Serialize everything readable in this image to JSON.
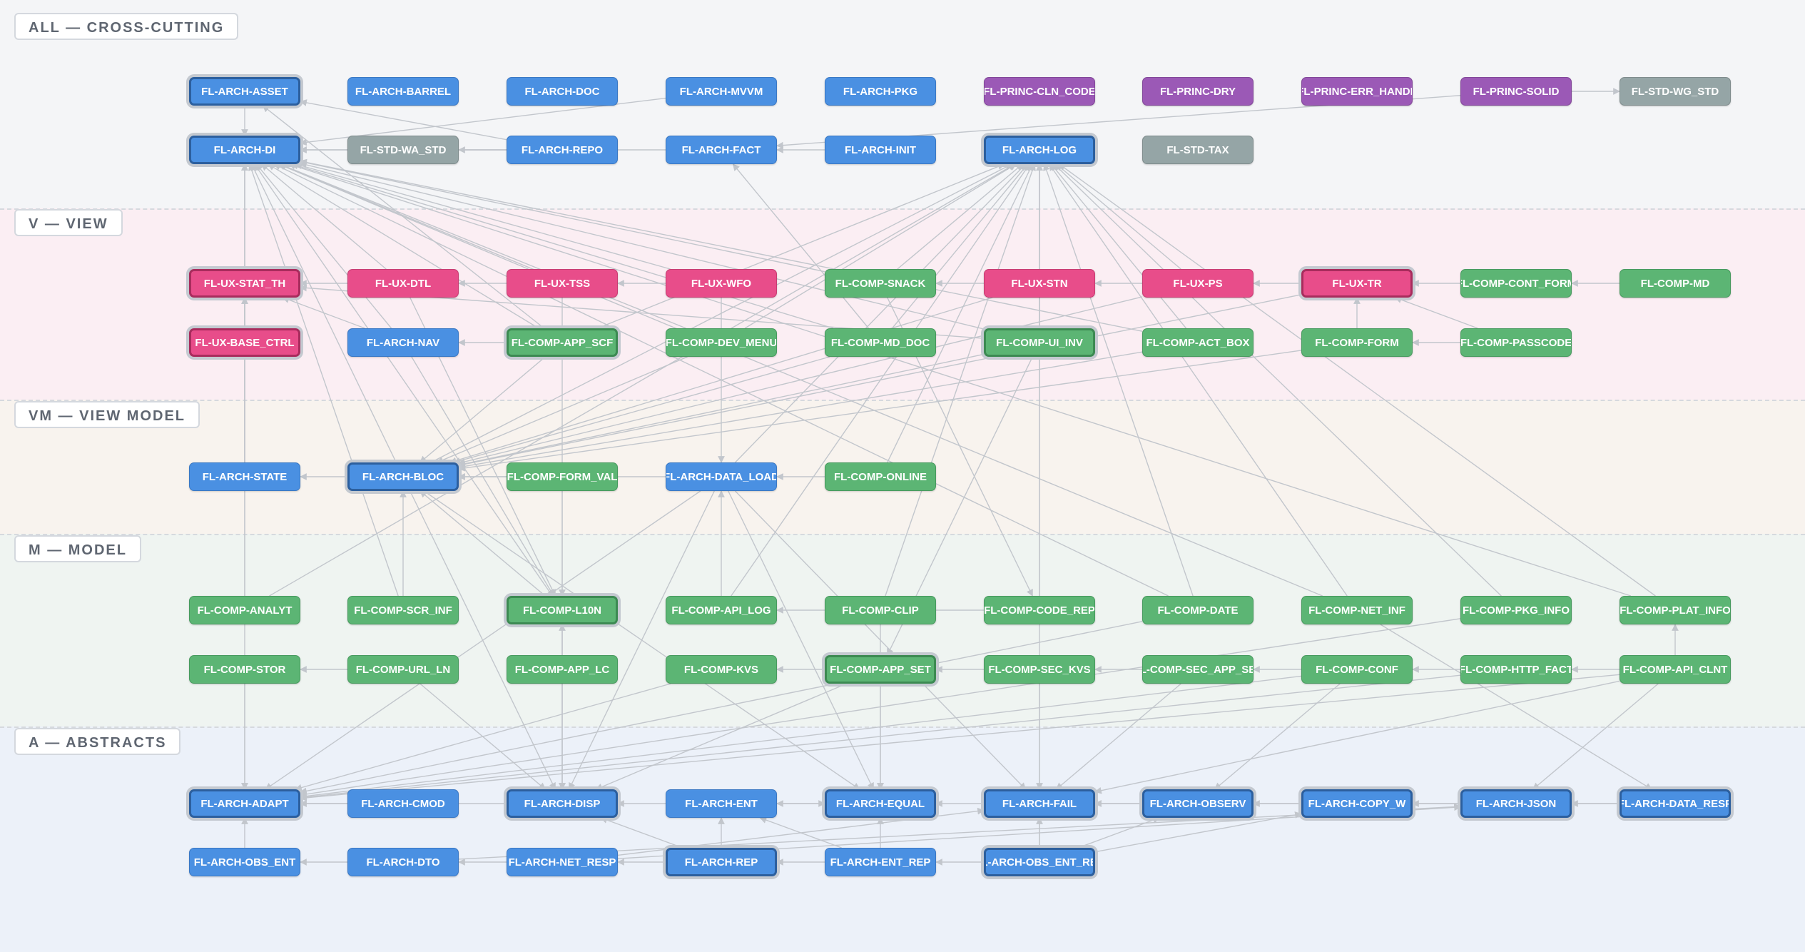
{
  "bands": [
    {
      "id": "all",
      "label": "ALL — CROSS-CUTTING",
      "color": "#f4f5f7"
    },
    {
      "id": "v",
      "label": "V — VIEW",
      "color": "#fbeef3"
    },
    {
      "id": "vm",
      "label": "VM — VIEW MODEL",
      "color": "#f8f3ee"
    },
    {
      "id": "m",
      "label": "M — MODEL",
      "color": "#eff4f1"
    },
    {
      "id": "a",
      "label": "A — ABSTRACTS",
      "color": "#ecf1f9"
    }
  ],
  "colors": {
    "arch": "#4a90e2",
    "principle": "#9b59b6",
    "standard": "#95a5a6",
    "ux": "#e84d8a",
    "component": "#5cb574",
    "edge": "#c2c6cc"
  },
  "nodes": [
    {
      "id": "ASSET",
      "label": "FL-ARCH-ASSET",
      "kind": "arch",
      "row": 0,
      "col": 0,
      "hl": true
    },
    {
      "id": "BARREL",
      "label": "FL-ARCH-BARREL",
      "kind": "arch",
      "row": 0,
      "col": 1
    },
    {
      "id": "DOC",
      "label": "FL-ARCH-DOC",
      "kind": "arch",
      "row": 0,
      "col": 2
    },
    {
      "id": "MVVM",
      "label": "FL-ARCH-MVVM",
      "kind": "arch",
      "row": 0,
      "col": 3
    },
    {
      "id": "PKG",
      "label": "FL-ARCH-PKG",
      "kind": "arch",
      "row": 0,
      "col": 4
    },
    {
      "id": "CLN",
      "label": "FL-PRINC-CLN_CODE",
      "kind": "princ",
      "row": 0,
      "col": 5
    },
    {
      "id": "DRY",
      "label": "FL-PRINC-DRY",
      "kind": "princ",
      "row": 0,
      "col": 6
    },
    {
      "id": "ERR",
      "label": "FL-PRINC-ERR_HANDL",
      "kind": "princ",
      "row": 0,
      "col": 7
    },
    {
      "id": "SOLID",
      "label": "FL-PRINC-SOLID",
      "kind": "princ",
      "row": 0,
      "col": 8
    },
    {
      "id": "WG",
      "label": "FL-STD-WG_STD",
      "kind": "std",
      "row": 0,
      "col": 9
    },
    {
      "id": "DI",
      "label": "FL-ARCH-DI",
      "kind": "arch",
      "row": 1,
      "col": 0,
      "hl": true
    },
    {
      "id": "WA",
      "label": "FL-STD-WA_STD",
      "kind": "std",
      "row": 1,
      "col": 1
    },
    {
      "id": "REPO",
      "label": "FL-ARCH-REPO",
      "kind": "arch",
      "row": 1,
      "col": 2
    },
    {
      "id": "FACT",
      "label": "FL-ARCH-FACT",
      "kind": "arch",
      "row": 1,
      "col": 3
    },
    {
      "id": "INIT",
      "label": "FL-ARCH-INIT",
      "kind": "arch",
      "row": 1,
      "col": 4
    },
    {
      "id": "LOG",
      "label": "FL-ARCH-LOG",
      "kind": "arch",
      "row": 1,
      "col": 5,
      "hl": true
    },
    {
      "id": "TAX",
      "label": "FL-STD-TAX",
      "kind": "std",
      "row": 1,
      "col": 6
    },
    {
      "id": "STATTH",
      "label": "FL-UX-STAT_TH",
      "kind": "ux",
      "row": 2,
      "col": 0,
      "hl": true
    },
    {
      "id": "DTL",
      "label": "FL-UX-DTL",
      "kind": "ux",
      "row": 2,
      "col": 1
    },
    {
      "id": "TSS",
      "label": "FL-UX-TSS",
      "kind": "ux",
      "row": 2,
      "col": 2
    },
    {
      "id": "WFO",
      "label": "FL-UX-WFO",
      "kind": "ux",
      "row": 2,
      "col": 3
    },
    {
      "id": "SNACK",
      "label": "FL-COMP-SNACK",
      "kind": "comp",
      "row": 2,
      "col": 4
    },
    {
      "id": "STN",
      "label": "FL-UX-STN",
      "kind": "ux",
      "row": 2,
      "col": 5
    },
    {
      "id": "PS",
      "label": "FL-UX-PS",
      "kind": "ux",
      "row": 2,
      "col": 6
    },
    {
      "id": "TR",
      "label": "FL-UX-TR",
      "kind": "ux",
      "row": 2,
      "col": 7,
      "hl": true
    },
    {
      "id": "CONTFORM",
      "label": "FL-COMP-CONT_FORM",
      "kind": "comp",
      "row": 2,
      "col": 8
    },
    {
      "id": "MD",
      "label": "FL-COMP-MD",
      "kind": "comp",
      "row": 2,
      "col": 9
    },
    {
      "id": "BASECTRL",
      "label": "FL-UX-BASE_CTRL",
      "kind": "ux",
      "row": 3,
      "col": 0,
      "hl": true
    },
    {
      "id": "NAV",
      "label": "FL-ARCH-NAV",
      "kind": "arch",
      "row": 3,
      "col": 1
    },
    {
      "id": "APPSCF",
      "label": "FL-COMP-APP_SCF",
      "kind": "comp",
      "row": 3,
      "col": 2,
      "hl": true
    },
    {
      "id": "DEVMENU",
      "label": "FL-COMP-DEV_MENU",
      "kind": "comp",
      "row": 3,
      "col": 3
    },
    {
      "id": "MDDOC",
      "label": "FL-COMP-MD_DOC",
      "kind": "comp",
      "row": 3,
      "col": 4
    },
    {
      "id": "UIINV",
      "label": "FL-COMP-UI_INV",
      "kind": "comp",
      "row": 3,
      "col": 5,
      "hl": true
    },
    {
      "id": "ACTBOX",
      "label": "FL-COMP-ACT_BOX",
      "kind": "comp",
      "row": 3,
      "col": 6
    },
    {
      "id": "FORM",
      "label": "FL-COMP-FORM",
      "kind": "comp",
      "row": 3,
      "col": 7
    },
    {
      "id": "PASSCODE",
      "label": "FL-COMP-PASSCODE",
      "kind": "comp",
      "row": 3,
      "col": 8
    },
    {
      "id": "STATE",
      "label": "FL-ARCH-STATE",
      "kind": "arch",
      "row": 4,
      "col": 0
    },
    {
      "id": "BLOC",
      "label": "FL-ARCH-BLOC",
      "kind": "arch",
      "row": 4,
      "col": 1,
      "hl": true
    },
    {
      "id": "FORMVAL",
      "label": "FL-COMP-FORM_VAL",
      "kind": "comp",
      "row": 4,
      "col": 2
    },
    {
      "id": "DATALOAD",
      "label": "FL-ARCH-DATA_LOAD",
      "kind": "arch",
      "row": 4,
      "col": 3
    },
    {
      "id": "ONLINE",
      "label": "FL-COMP-ONLINE",
      "kind": "comp",
      "row": 4,
      "col": 4
    },
    {
      "id": "ANALYT",
      "label": "FL-COMP-ANALYT",
      "kind": "comp",
      "row": 5,
      "col": 0
    },
    {
      "id": "SCRINF",
      "label": "FL-COMP-SCR_INF",
      "kind": "comp",
      "row": 5,
      "col": 1
    },
    {
      "id": "L10N",
      "label": "FL-COMP-L10N",
      "kind": "comp",
      "row": 5,
      "col": 2,
      "hl": true
    },
    {
      "id": "APILOG",
      "label": "FL-COMP-API_LOG",
      "kind": "comp",
      "row": 5,
      "col": 3
    },
    {
      "id": "CLIP",
      "label": "FL-COMP-CLIP",
      "kind": "comp",
      "row": 5,
      "col": 4
    },
    {
      "id": "CODEREP",
      "label": "FL-COMP-CODE_REP",
      "kind": "comp",
      "row": 5,
      "col": 5
    },
    {
      "id": "DATE",
      "label": "FL-COMP-DATE",
      "kind": "comp",
      "row": 5,
      "col": 6
    },
    {
      "id": "NETINF",
      "label": "FL-COMP-NET_INF",
      "kind": "comp",
      "row": 5,
      "col": 7
    },
    {
      "id": "PKGINFO",
      "label": "FL-COMP-PKG_INFO",
      "kind": "comp",
      "row": 5,
      "col": 8
    },
    {
      "id": "PLATINFO",
      "label": "FL-COMP-PLAT_INFO",
      "kind": "comp",
      "row": 5,
      "col": 9
    },
    {
      "id": "STOR",
      "label": "FL-COMP-STOR",
      "kind": "comp",
      "row": 6,
      "col": 0
    },
    {
      "id": "URLLN",
      "label": "FL-COMP-URL_LN",
      "kind": "comp",
      "row": 6,
      "col": 1
    },
    {
      "id": "APPLC",
      "label": "FL-COMP-APP_LC",
      "kind": "comp",
      "row": 6,
      "col": 2
    },
    {
      "id": "KVS",
      "label": "FL-COMP-KVS",
      "kind": "comp",
      "row": 6,
      "col": 3
    },
    {
      "id": "APPSET",
      "label": "FL-COMP-APP_SET",
      "kind": "comp",
      "row": 6,
      "col": 4,
      "hl": true
    },
    {
      "id": "SECKVS",
      "label": "FL-COMP-SEC_KVS",
      "kind": "comp",
      "row": 6,
      "col": 5
    },
    {
      "id": "SECAPPSET",
      "label": "FL-COMP-SEC_APP_SET",
      "kind": "comp",
      "row": 6,
      "col": 6
    },
    {
      "id": "CONF",
      "label": "FL-COMP-CONF",
      "kind": "comp",
      "row": 6,
      "col": 7
    },
    {
      "id": "HTTPFACT",
      "label": "FL-COMP-HTTP_FACT",
      "kind": "comp",
      "row": 6,
      "col": 8
    },
    {
      "id": "APICLNT",
      "label": "FL-COMP-API_CLNT",
      "kind": "comp",
      "row": 6,
      "col": 9
    },
    {
      "id": "ADAPT",
      "label": "FL-ARCH-ADAPT",
      "kind": "arch",
      "row": 7,
      "col": 0,
      "hl": true
    },
    {
      "id": "CMOD",
      "label": "FL-ARCH-CMOD",
      "kind": "arch",
      "row": 7,
      "col": 1
    },
    {
      "id": "DISP",
      "label": "FL-ARCH-DISP",
      "kind": "arch",
      "row": 7,
      "col": 2,
      "hl": true
    },
    {
      "id": "ENT",
      "label": "FL-ARCH-ENT",
      "kind": "arch",
      "row": 7,
      "col": 3
    },
    {
      "id": "EQUAL",
      "label": "FL-ARCH-EQUAL",
      "kind": "arch",
      "row": 7,
      "col": 4,
      "hl": true
    },
    {
      "id": "FAIL",
      "label": "FL-ARCH-FAIL",
      "kind": "arch",
      "row": 7,
      "col": 5,
      "hl": true
    },
    {
      "id": "OBSERV",
      "label": "FL-ARCH-OBSERV",
      "kind": "arch",
      "row": 7,
      "col": 6,
      "hl": true
    },
    {
      "id": "COPYW",
      "label": "FL-ARCH-COPY_W",
      "kind": "arch",
      "row": 7,
      "col": 7,
      "hl": true
    },
    {
      "id": "JSON",
      "label": "FL-ARCH-JSON",
      "kind": "arch",
      "row": 7,
      "col": 8,
      "hl": true
    },
    {
      "id": "DATARESP",
      "label": "FL-ARCH-DATA_RESP",
      "kind": "arch",
      "row": 7,
      "col": 9,
      "hl": true
    },
    {
      "id": "OBSENT",
      "label": "FL-ARCH-OBS_ENT",
      "kind": "arch",
      "row": 8,
      "col": 0
    },
    {
      "id": "DTO",
      "label": "FL-ARCH-DTO",
      "kind": "arch",
      "row": 8,
      "col": 1
    },
    {
      "id": "NETRESP",
      "label": "FL-ARCH-NET_RESP",
      "kind": "arch",
      "row": 8,
      "col": 2
    },
    {
      "id": "REP",
      "label": "FL-ARCH-REP",
      "kind": "arch",
      "row": 8,
      "col": 3,
      "hl": true
    },
    {
      "id": "ENTREP",
      "label": "FL-ARCH-ENT_REP",
      "kind": "arch",
      "row": 8,
      "col": 4
    },
    {
      "id": "OBSENTREP",
      "label": "FL-ARCH-OBS_ENT_REP",
      "kind": "arch",
      "row": 8,
      "col": 5,
      "hl": true
    }
  ],
  "edges": [
    [
      "SOLID",
      "WG"
    ],
    [
      "REPO",
      "ASSET"
    ],
    [
      "REPO",
      "DI"
    ],
    [
      "REPO",
      "WA"
    ],
    [
      "INIT",
      "FACT"
    ],
    [
      "FACT",
      "DI"
    ],
    [
      "SOLID",
      "FACT"
    ],
    [
      "STATTH",
      "DI"
    ],
    [
      "BASECTRL",
      "STATTH"
    ],
    [
      "STATE",
      "STATTH"
    ],
    [
      "STATE",
      "DI"
    ],
    [
      "NAV",
      "DI"
    ],
    [
      "NAV",
      "STATTH"
    ],
    [
      "DTL",
      "STATTH"
    ],
    [
      "DTL",
      "DI"
    ],
    [
      "TSS",
      "DTL"
    ],
    [
      "TSS",
      "DI"
    ],
    [
      "WFO",
      "TSS"
    ],
    [
      "WFO",
      "DI"
    ],
    [
      "SNACK",
      "DI"
    ],
    [
      "SNACK",
      "LOG"
    ],
    [
      "STN",
      "SNACK"
    ],
    [
      "PS",
      "STN"
    ],
    [
      "PS",
      "LOG"
    ],
    [
      "TR",
      "PS"
    ],
    [
      "CONTFORM",
      "TR"
    ],
    [
      "MD",
      "CONTFORM"
    ],
    [
      "FORM",
      "TR"
    ],
    [
      "PASSCODE",
      "FORM"
    ],
    [
      "PASSCODE",
      "TR"
    ],
    [
      "ACTBOX",
      "LOG"
    ],
    [
      "ACTBOX",
      "DI"
    ],
    [
      "UIINV",
      "LOG"
    ],
    [
      "UIINV",
      "DI"
    ],
    [
      "MDDOC",
      "LOG"
    ],
    [
      "MDDOC",
      "DI"
    ],
    [
      "DEVMENU",
      "DI"
    ],
    [
      "DEVMENU",
      "LOG"
    ],
    [
      "APPSCF",
      "DI"
    ],
    [
      "APPSCF",
      "ASSET"
    ],
    [
      "APPSCF",
      "NAV"
    ],
    [
      "APPSCF",
      "LOG"
    ],
    [
      "MDDOC",
      "FACT"
    ],
    [
      "UIINV",
      "STATTH"
    ],
    [
      "BLOC",
      "STATE"
    ],
    [
      "BLOC",
      "DI"
    ],
    [
      "BLOC",
      "LOG"
    ],
    [
      "FORMVAL",
      "BLOC"
    ],
    [
      "DATALOAD",
      "BLOC"
    ],
    [
      "DATALOAD",
      "LOG"
    ],
    [
      "ONLINE",
      "DATALOAD"
    ],
    [
      "ONLINE",
      "LOG"
    ],
    [
      "APPSCF",
      "BLOC"
    ],
    [
      "DEVMENU",
      "BLOC"
    ],
    [
      "MDDOC",
      "BLOC"
    ],
    [
      "UIINV",
      "BLOC"
    ],
    [
      "ANALYT",
      "DI"
    ],
    [
      "ANALYT",
      "LOG"
    ],
    [
      "SCRINF",
      "BLOC"
    ],
    [
      "SCRINF",
      "DI"
    ],
    [
      "L10N",
      "DI"
    ],
    [
      "L10N",
      "BLOC"
    ],
    [
      "APILOG",
      "LOG"
    ],
    [
      "APILOG",
      "DATALOAD"
    ],
    [
      "CLIP",
      "LOG"
    ],
    [
      "CODEREP",
      "LOG"
    ],
    [
      "CODEREP",
      "APILOG"
    ],
    [
      "DATE",
      "LOG"
    ],
    [
      "NETINF",
      "LOG"
    ],
    [
      "NETINF",
      "DI"
    ],
    [
      "PKGINFO",
      "LOG"
    ],
    [
      "PLATINFO",
      "DI"
    ],
    [
      "PLATINFO",
      "LOG"
    ],
    [
      "STOR",
      "ADAPT"
    ],
    [
      "URLLN",
      "STOR"
    ],
    [
      "URLLN",
      "DISP"
    ],
    [
      "APPLC",
      "L10N"
    ],
    [
      "APPLC",
      "DISP"
    ],
    [
      "KVS",
      "ADAPT"
    ],
    [
      "APPSET",
      "KVS"
    ],
    [
      "APPSET",
      "DISP"
    ],
    [
      "APPSET",
      "EQUAL"
    ],
    [
      "SECKVS",
      "APPSET"
    ],
    [
      "SECKVS",
      "FAIL"
    ],
    [
      "SECAPPSET",
      "SECKVS"
    ],
    [
      "SECAPPSET",
      "FAIL"
    ],
    [
      "CONF",
      "SECAPPSET"
    ],
    [
      "CONF",
      "OBSERV"
    ],
    [
      "HTTPFACT",
      "CONF"
    ],
    [
      "HTTPFACT",
      "ADAPT"
    ],
    [
      "APICLNT",
      "HTTPFACT"
    ],
    [
      "APICLNT",
      "PLATINFO"
    ],
    [
      "APICLNT",
      "JSON"
    ],
    [
      "APICLNT",
      "FAIL"
    ],
    [
      "APICLNT",
      "ADAPT"
    ],
    [
      "CMOD",
      "ADAPT"
    ],
    [
      "DISP",
      "ADAPT"
    ],
    [
      "ENT",
      "DISP"
    ],
    [
      "ENT",
      "EQUAL"
    ],
    [
      "EQUAL",
      "ENT"
    ],
    [
      "FAIL",
      "EQUAL"
    ],
    [
      "OBSERV",
      "FAIL"
    ],
    [
      "COPYW",
      "OBSERV"
    ],
    [
      "JSON",
      "COPYW"
    ],
    [
      "DATARESP",
      "JSON"
    ],
    [
      "DATARESP",
      "FAIL"
    ],
    [
      "DTO",
      "OBSENT"
    ],
    [
      "DTO",
      "JSON"
    ],
    [
      "NETRESP",
      "DTO"
    ],
    [
      "NETRESP",
      "FAIL"
    ],
    [
      "NETRESP",
      "JSON"
    ],
    [
      "REP",
      "NETRESP"
    ],
    [
      "REP",
      "DISP"
    ],
    [
      "REP",
      "ENT"
    ],
    [
      "ENTREP",
      "REP"
    ],
    [
      "ENTREP",
      "ENT"
    ],
    [
      "ENTREP",
      "EQUAL"
    ],
    [
      "OBSENTREP",
      "ENTREP"
    ],
    [
      "OBSENTREP",
      "OBSERV"
    ],
    [
      "OBSENTREP",
      "FAIL"
    ],
    [
      "OBSENTREP",
      "COPYW"
    ],
    [
      "OBSENTREP",
      "LOG"
    ],
    [
      "OBSENT",
      "ADAPT"
    ],
    [
      "DATALOAD",
      "DISP"
    ],
    [
      "DATALOAD",
      "FAIL"
    ],
    [
      "DATALOAD",
      "EQUAL"
    ],
    [
      "DATALOAD",
      "ADAPT"
    ],
    [
      "NETINF",
      "DATARESP"
    ],
    [
      "DATE",
      "ADAPT"
    ],
    [
      "CLIP",
      "EQUAL"
    ],
    [
      "PKGINFO",
      "ADAPT"
    ],
    [
      "FORMVAL",
      "DISP"
    ],
    [
      "BLOC",
      "DISP"
    ],
    [
      "BLOC",
      "EQUAL"
    ],
    [
      "L10N",
      "DISP"
    ],
    [
      "TR",
      "BLOC"
    ],
    [
      "PS",
      "BLOC"
    ],
    [
      "STN",
      "BLOC"
    ],
    [
      "ACTBOX",
      "BLOC"
    ],
    [
      "FORM",
      "BLOC"
    ],
    [
      "NAV",
      "L10N"
    ],
    [
      "DTL",
      "L10N"
    ],
    [
      "SNACK",
      "CODEREP"
    ],
    [
      "WFO",
      "DATALOAD"
    ],
    [
      "TSS",
      "L10N"
    ],
    [
      "MVVM",
      "DI"
    ],
    [
      "DATE",
      "DI"
    ],
    [
      "CONF",
      "ADAPT"
    ],
    [
      "UIINV",
      "APPSET"
    ],
    [
      "STATTH",
      "ADAPT"
    ],
    [
      "ASSET",
      "DI"
    ]
  ]
}
